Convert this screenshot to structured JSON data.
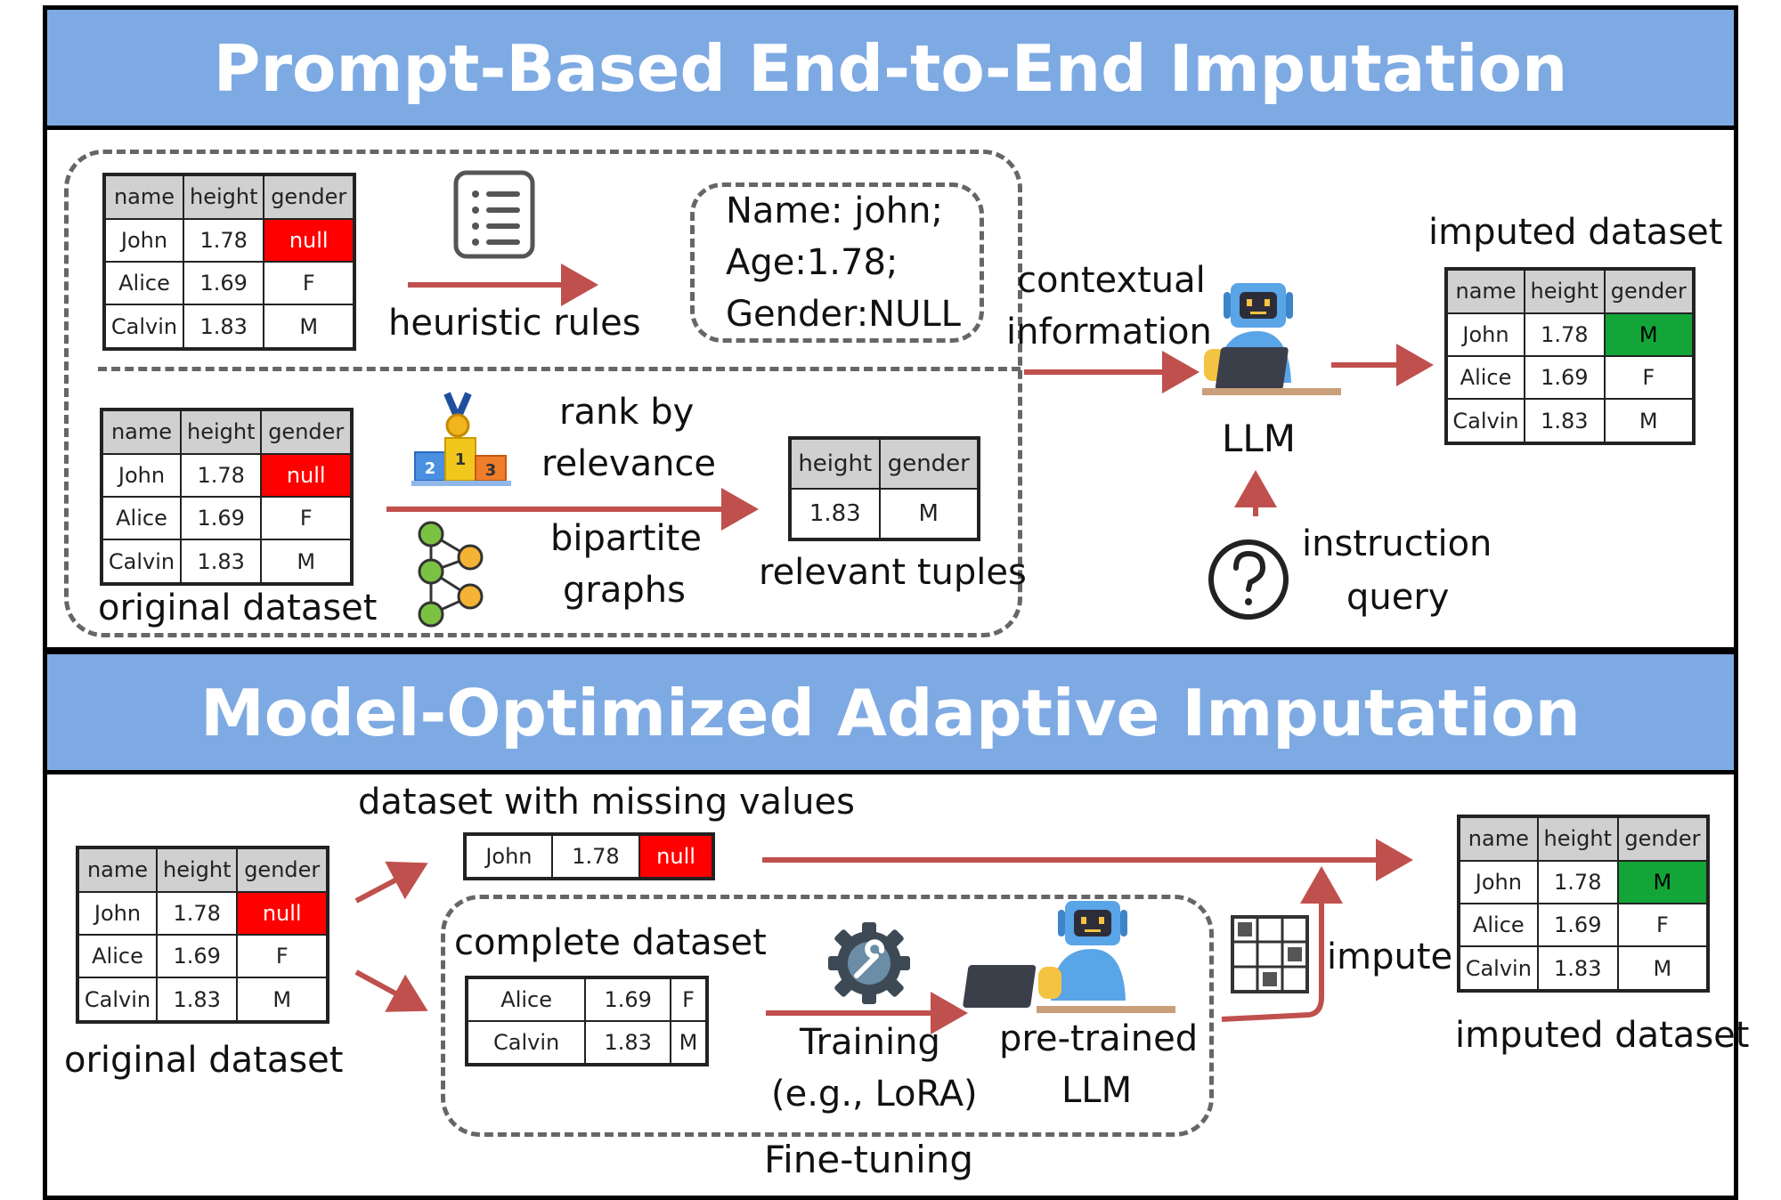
{
  "section1": {
    "title": "Prompt-Based End-to-End Imputation",
    "table_headers": [
      "name",
      "height",
      "gender"
    ],
    "table_top": {
      "rows": [
        [
          "John",
          "1.78",
          "null"
        ],
        [
          "Alice",
          "1.69",
          "F"
        ],
        [
          "Calvin",
          "1.83",
          "M"
        ]
      ]
    },
    "table_bottom": {
      "rows": [
        [
          "John",
          "1.78",
          "null"
        ],
        [
          "Alice",
          "1.69",
          "F"
        ],
        [
          "Calvin",
          "1.83",
          "M"
        ]
      ]
    },
    "original_label": "original dataset",
    "heuristic_label": "heuristic rules",
    "prompt_lines": [
      "Name: john;",
      "Age:1.78;",
      "Gender:NULL"
    ],
    "rank_label_1": "rank by",
    "rank_label_2": "relevance",
    "bipartite_label_1": "bipartite",
    "bipartite_label_2": "graphs",
    "relevant_table": {
      "headers": [
        "height",
        "gender"
      ],
      "rows": [
        [
          "1.83",
          "M"
        ]
      ]
    },
    "relevant_label": "relevant tuples",
    "contextual_label_1": "contextual",
    "contextual_label_2": "information",
    "llm_label": "LLM",
    "instruction_label_1": "instruction",
    "instruction_label_2": "query",
    "imputed_label": "imputed dataset",
    "imputed_table": {
      "rows": [
        [
          "John",
          "1.78",
          "M"
        ],
        [
          "Alice",
          "1.69",
          "F"
        ],
        [
          "Calvin",
          "1.83",
          "M"
        ]
      ]
    },
    "medal_digits": [
      "2",
      "1",
      "3"
    ]
  },
  "section2": {
    "title": "Model-Optimized Adaptive Imputation",
    "table_headers": [
      "name",
      "height",
      "gender"
    ],
    "original_table": {
      "rows": [
        [
          "John",
          "1.78",
          "null"
        ],
        [
          "Alice",
          "1.69",
          "F"
        ],
        [
          "Calvin",
          "1.83",
          "M"
        ]
      ]
    },
    "original_label": "original dataset",
    "missing_label": "dataset with missing values",
    "missing_row": [
      "John",
      "1.78",
      "null"
    ],
    "complete_label": "complete dataset",
    "complete_rows": [
      [
        "Alice",
        "1.69",
        "F"
      ],
      [
        "Calvin",
        "1.83",
        "M"
      ]
    ],
    "training_label_1": "Training",
    "training_label_2": "(e.g., LoRA)",
    "pretrained_label_1": "pre-trained",
    "pretrained_label_2": "LLM",
    "finetuning_label": "Fine-tuning",
    "impute_label": "impute",
    "imputed_label": "imputed dataset",
    "imputed_table": {
      "rows": [
        [
          "John",
          "1.78",
          "M"
        ],
        [
          "Alice",
          "1.69",
          "F"
        ],
        [
          "Calvin",
          "1.83",
          "M"
        ]
      ]
    }
  },
  "colors": {
    "banner": "#7eaae3",
    "arrow": "#c0504d",
    "null_cell": "#ff0000",
    "imputed_cell": "#13a538",
    "header_cell": "#d0d0d0"
  },
  "icons": [
    "list-document-icon",
    "medal-podium-icon",
    "bipartite-graph-icon",
    "robot-llm-icon",
    "question-icon",
    "gear-wrench-icon",
    "grid-matrix-icon"
  ]
}
